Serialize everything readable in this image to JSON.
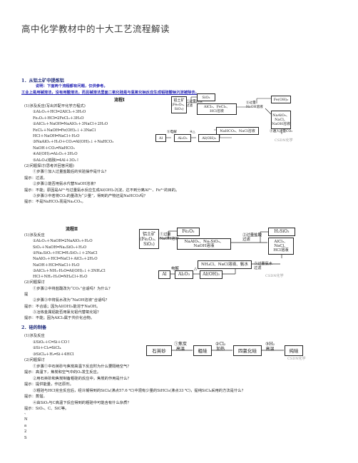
{
  "title": "高中化学教材中的十大工艺流程解读",
  "section1": {
    "heading": "1．从铝土矿中提炼铝",
    "note": "说明：下面两个流程都有问题，仅供参考。",
    "warning": "工业上是用碱溶法，没有用酸溶法，而且碱溶法里面二氧化硅是与氢氧化钠反应生成铝硅酸钠沉淀被除去。",
    "flow1_title": "流程Ⅰ",
    "flow1_lines": [
      "(1)涉及反应(写出并配平化学方程式)",
      "①Al₂O₃＋HCl═2AlCl₃＋3H₂O",
      "Fe₂O₃＋HCl═2FeCl₃＋3H₂O",
      "②AlCl₃＋NaOH═NaAlO₂＋3NaCl＋2H₂O",
      "FeCl₃＋NaOH═Fe(OH)₃↓＋3NaCl",
      "HCl＋NaOH═NaCl＋H₂O",
      "③NaAlO₂＋H₂O＋CO₂═Al(OH)₃↓＋NaHCO₃",
      "NaOH＋CO₂═NaHCO₃",
      "④Al(OH)₃═Al₂O₃＋3H₂O",
      "⑤Al₂O₃(熔融)═4Al＋3O₂↑",
      "(2)问题探讨(思考并回答问题)",
      "①步骤①加入过量盐酸后的实验操作是什么？",
      "提示：过滤。",
      "②步骤②能否用氨水代替NaOH溶液？",
      "提示：不能；原因是Al³⁺与过量氨水反应生成Al(OH)₃沉淀，达不到分离Al³⁺、Fe³⁺的目的。",
      "③步骤③中若将CO₂的量改为“少量”，得到的产物还是NaHCO₃吗？",
      "提示：不是NaHCO₃而是Na₂CO₃。"
    ],
    "flow2_title": "流程Ⅱ",
    "flow2_lines": [
      "(1)涉及反应",
      "①Al₂O₃＋NaOH═2NaAlO₂＋H₂O",
      "SiO₂＋NaOH═Na₂SiO₃＋H₂O",
      "②Na₂SiO₃＋HCl═H₂SiO₃↓＋2NaCl",
      "NaAlO₂＋HCl═NaCl＋AlCl₃＋2H₂O",
      "NaOH＋HCl═NaCl＋H₂O",
      "③AlCl₃＋NH₃·H₂O═Al(OH)₃↓＋3NH₄Cl",
      "HCl＋NH₃·H₂O═NH₄Cl＋H₂O",
      "(2)问题探讨",
      "①步骤②中将盐酸改为“CO₂”合适吗？为什么？",
      "提",
      "②步骤③中将氨水改为“NaOH溶液”合适吗？",
      "提示：不合适；因为Al(OH)₃能溶于NaOH。",
      "③冶炼金属铝能否用氯化铝代替氧化铝？",
      "提示：不能；因为AlCl₃属于共价化合物。"
    ]
  },
  "section2": {
    "heading": "2．硅的制备",
    "lines": [
      "(1)涉及反应",
      "①SiO₂＋C═Si＋CO↑",
      "②Si＋Cl₂═SiCl₄",
      "③SiCl₄＋H₂═Si＋4HCl",
      "(2)问题探讨",
      "①步骤①中石英砂与焦炭高温下反应时为什么要隔绝空气？",
      "提示：高温下，焦炭和空气中的O₂发生反应。",
      "②用石英砂和焦炭制备粗硅的反应中，焦炭的作用是什么？",
      "提示：提供能量，作还原剂。",
      "③粗硅与HCl完全反应后，经冷凝得到的SiCl₄(沸点57.6 ℃)中混有少量的SiHCl₃(沸点33 ℃)，提纯SiCl₄采用的方法是什么？",
      "提示：蒸馏。",
      "④由SiO₂与C高温下反应得到的粗硅中可能含有什么杂质？",
      "提示：SiO₂、C、SiC等。"
    ],
    "tail": [
      "、",
      "N",
      "a",
      "2",
      "S"
    ]
  },
  "diagram1": {
    "start": "铝土矿\n(Fe₂O₃、\nSiO₂)",
    "step1": "①过量盐酸\n过滤",
    "sio2": "SiO₂",
    "mix1": "AlCl₃、FeCl₃、\nHCl溶液",
    "step2": "②过量\nNaOH溶液",
    "feoh": "Fe(OH)₃",
    "mix2": "NaAlO₂、\nNaCl、\nNaOH溶液",
    "mid": "NaHCO₃、NaCl溶液",
    "step3": "③通入过量CO₂",
    "al": "Al",
    "elec": "⑤电解",
    "al2o3": "Al₂O₃",
    "heat": "④△",
    "aloh": "Al(OH)₃",
    "wm": "CSDN化学"
  },
  "diagram2": {
    "start": "铝土矿\n(Fe₂O₃、\nSiO₂)",
    "step1": "①过量\nNaOH溶液",
    "fe2o3": "Fe₂O₃",
    "mix1": "NaAlO₂、Na₂SiO₃、\nNaOH溶液",
    "step2": "②过量盐酸\n过滤",
    "h2sio3": "H₂SiO₃",
    "mix2": "AlCl₃、\nNaCl、\nHCl溶液",
    "mid": "NH₄Cl、NaCl溶液、氨水",
    "step3": "③过量氨水\n过滤",
    "al": "Al",
    "elec": "电解",
    "al2o3": "Al₂O₃",
    "heat": "△",
    "aloh": "Al(OH)₃",
    "wm": "CSDN化学"
  },
  "diagram3": {
    "n1": "石英砂",
    "s1": "①焦炭\n高温",
    "n2": "粗硅",
    "s2": "②Cl₂\n加热",
    "n3": "四氯化硅",
    "s3": "③H₂\n高温",
    "n4": "纯硅",
    "wm": "CSDN化学"
  }
}
